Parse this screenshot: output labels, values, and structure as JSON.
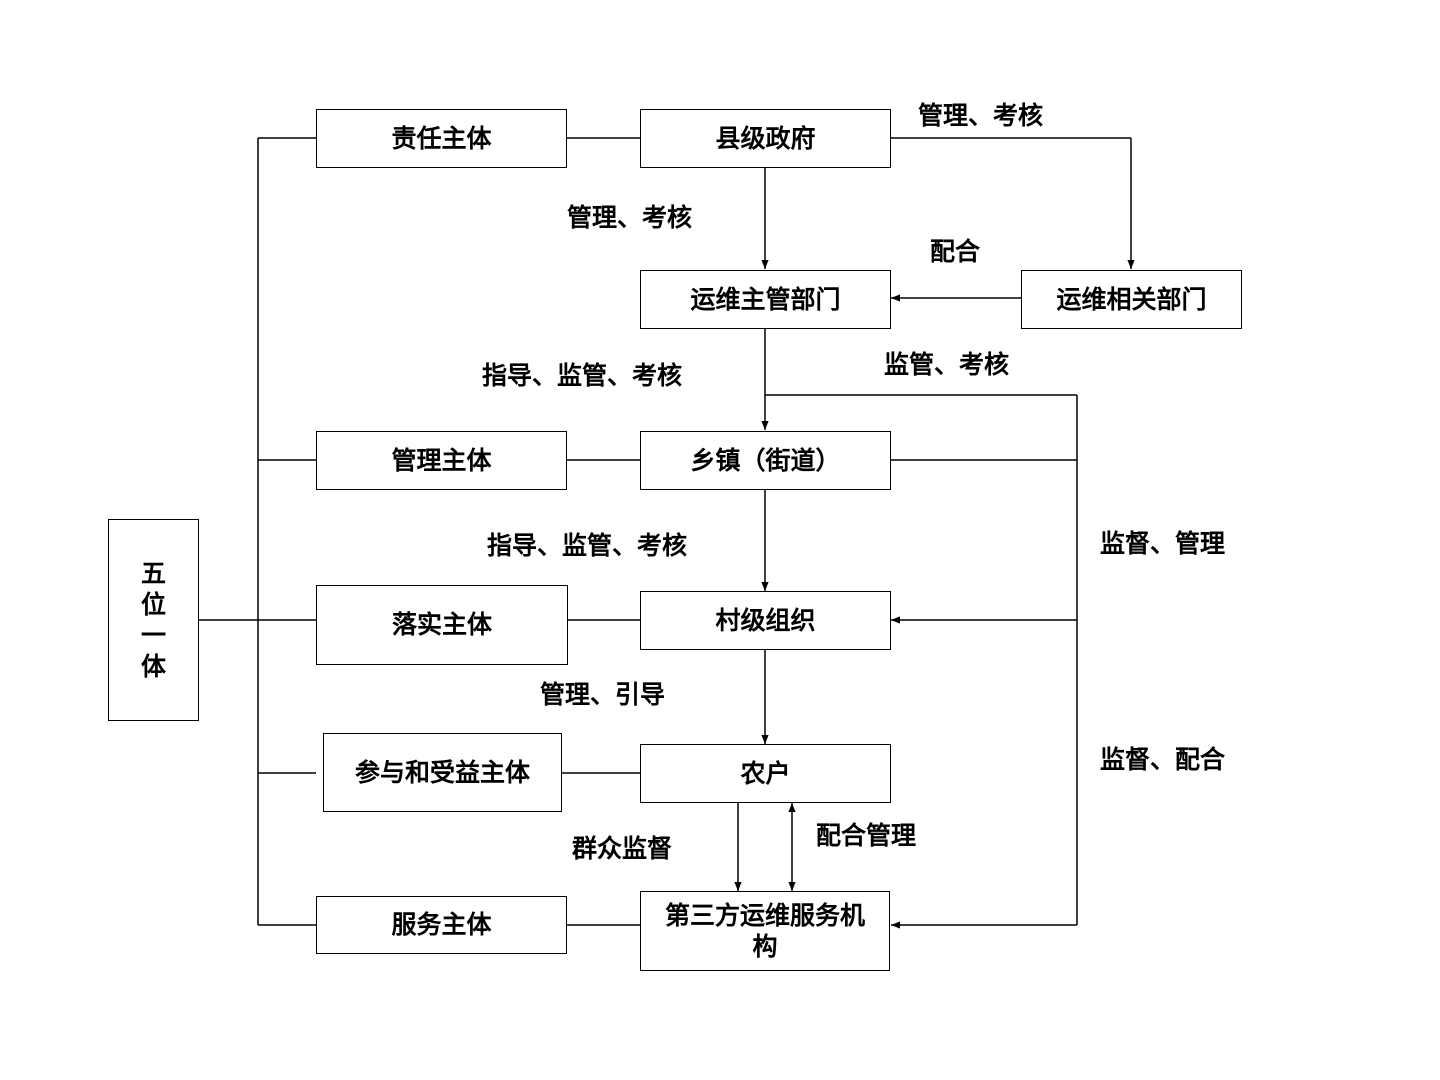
{
  "diagram": {
    "central": [
      "五",
      "位",
      "一",
      "体"
    ],
    "roles": {
      "responsibility": "责任主体",
      "management": "管理主体",
      "implementation": "落实主体",
      "participation": "参与和受益主体",
      "service": "服务主体"
    },
    "nodes": {
      "county_gov": "县级政府",
      "om_main_dept": "运维主管部门",
      "om_related_dept": "运维相关部门",
      "township": "乡镇（街道）",
      "village": "村级组织",
      "farmer": "农户",
      "third_party": "第三方运维服务机构"
    },
    "edge_labels": {
      "gov_to_related": "管理、考核",
      "gov_to_main": "管理、考核",
      "related_to_main": "配合",
      "main_to_township": "指导、监管、考核",
      "main_branch_right": "监管、考核",
      "township_to_village": "指导、监管、考核",
      "right_supervise_manage": "监督、管理",
      "village_to_farmer": "管理、引导",
      "right_supervise_cooperate": "监督、配合",
      "farmer_to_third": "群众监督",
      "third_to_farmer": "配合管理"
    }
  }
}
